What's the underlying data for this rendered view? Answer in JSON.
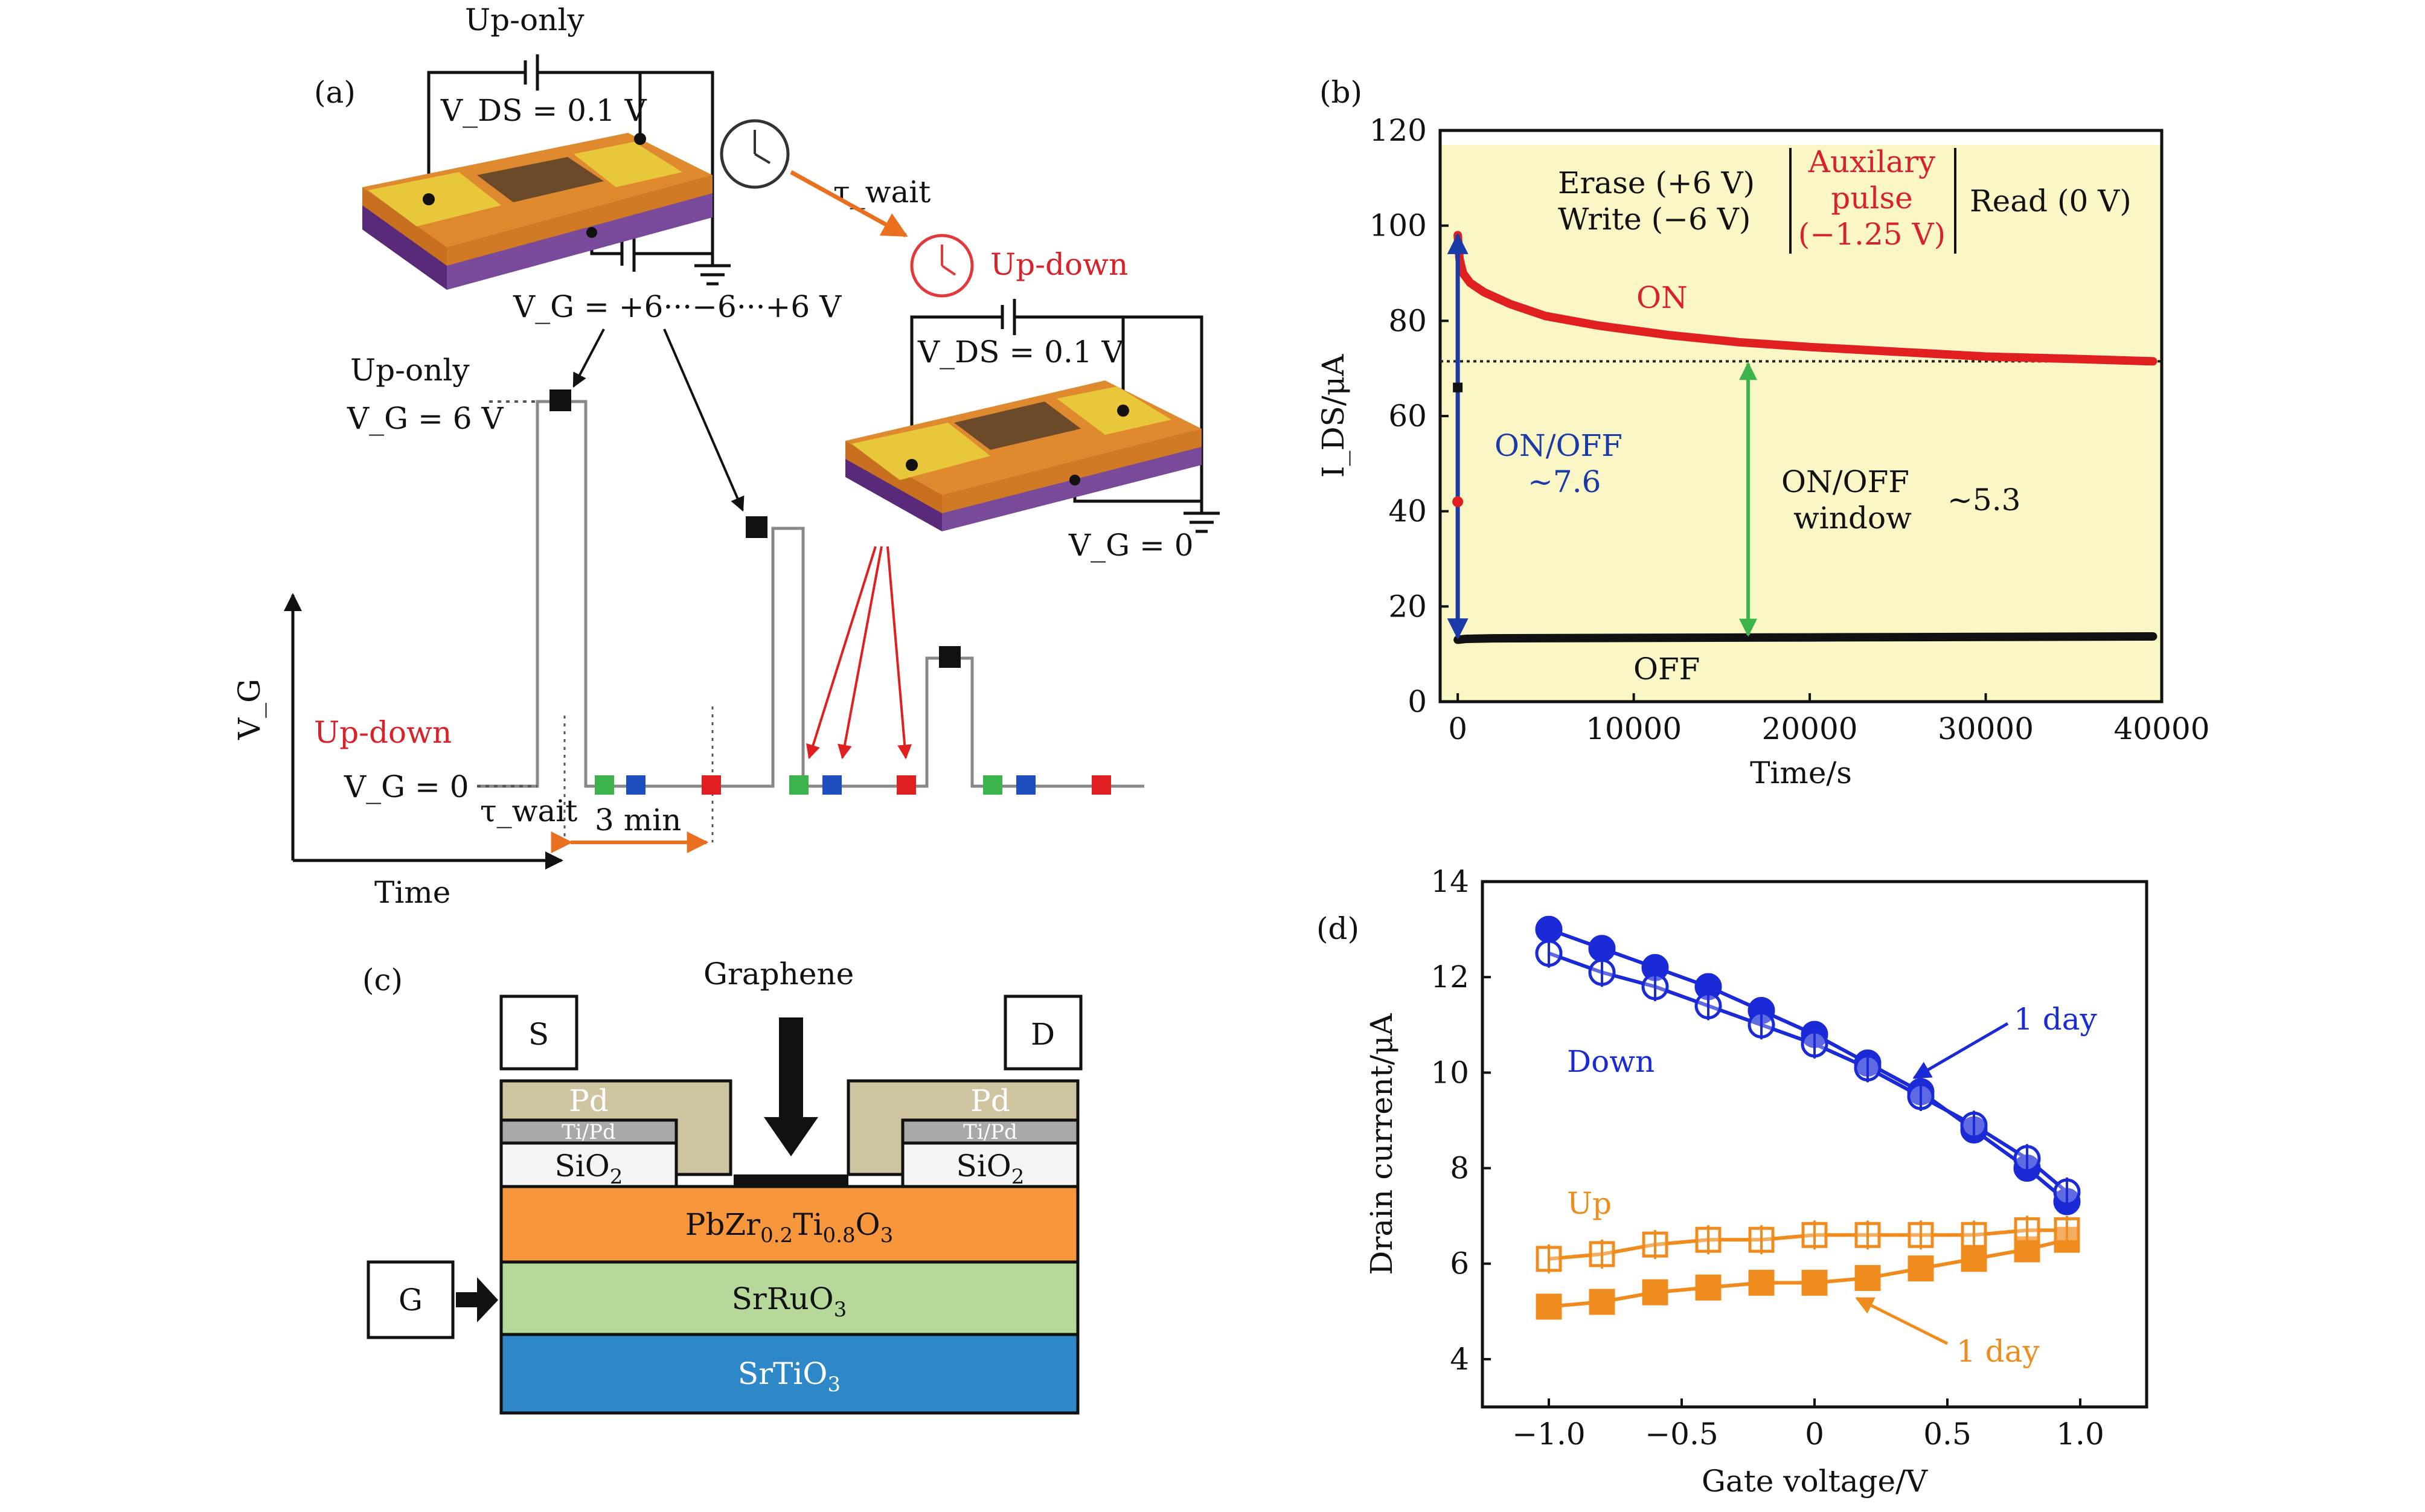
{
  "panel_a": {
    "label": "(a)",
    "up_only_title": "Up-only",
    "vds_top": "V_DS = 0.1 V",
    "tau_wait": "τ_wait",
    "up_down_title": "Up-down",
    "vg_sweep": "V_G = +6···−6···+6 V",
    "vds_right": "V_DS = 0.1 V",
    "vg_zero_right": "V_G = 0",
    "up_only_label": "Up-only",
    "vg6": "V_G = 6 V",
    "axis_y": "V_G",
    "up_down_side": "Up-down",
    "vg0": "V_G = 0",
    "tau_wait_bottom": "τ_wait",
    "three_min": "3 min",
    "axis_x": "Time",
    "colors": {
      "green": "#3cb44b",
      "blue": "#1f4fbf",
      "red": "#e02020",
      "black": "#111111",
      "orange": "#e8701e"
    }
  },
  "panel_b": {
    "label": "(b)",
    "legend_left": [
      "Erase (+6 V)",
      "Write (−6 V)"
    ],
    "legend_mid": [
      "Auxilary",
      "pulse",
      "(−1.25 V)"
    ],
    "legend_right": "Read (0 V)",
    "on_label": "ON",
    "off_label": "OFF",
    "onoff_ratio": [
      "ON/OFF",
      "~7.6"
    ],
    "window_label": [
      "ON/OFF",
      "window"
    ],
    "window_value": "~5.3",
    "window_fill": "#fbf6c6"
  },
  "panel_c": {
    "label": "(c)",
    "graphene": "Graphene",
    "source": "S",
    "drain": "D",
    "gate": "G",
    "pd": "Pd",
    "tipd": "Ti/Pd",
    "sio2": "SiO",
    "sio2_sub": "2",
    "pzt_parts": [
      "PbZr",
      "0.2",
      "Ti",
      "0.8",
      "O",
      "3"
    ],
    "sro_parts": [
      "SrRuO",
      "3"
    ],
    "sto_parts": [
      "SrTiO",
      "3"
    ],
    "colors": {
      "pd": "#cfc4a0",
      "tipd": "#a9a9a9",
      "pzt": "#f7963b",
      "sro": "#b6d99a",
      "sto": "#2e88c7"
    }
  },
  "panel_d": {
    "label": "(d)",
    "down_label": "Down",
    "up_label": "Up",
    "one_day_top": "1 day",
    "one_day_bottom": "1 day"
  },
  "chart_data": [
    {
      "type": "line",
      "panel": "(b)",
      "xlabel": "Time/s",
      "ylabel": "I_DS/μA",
      "xlim": [
        -1000,
        40000
      ],
      "ylim": [
        0,
        120
      ],
      "xticks": [
        0,
        10000,
        20000,
        30000,
        40000
      ],
      "yticks": [
        0,
        20,
        40,
        60,
        80,
        100,
        120
      ],
      "series": [
        {
          "name": "ON",
          "color": "#e02020",
          "x": [
            0,
            100,
            300,
            700,
            1500,
            3000,
            5000,
            8000,
            12000,
            16000,
            20000,
            25000,
            30000,
            35000,
            39500
          ],
          "y": [
            98,
            93,
            90,
            88,
            86,
            83.5,
            81,
            79,
            77,
            75.5,
            74.5,
            73.5,
            72.5,
            72,
            71.5
          ]
        },
        {
          "name": "OFF",
          "color": "#111111",
          "x": [
            0,
            500,
            2000,
            10000,
            20000,
            30000,
            39500
          ],
          "y": [
            13,
            13.2,
            13.3,
            13.4,
            13.5,
            13.6,
            13.7
          ]
        }
      ],
      "reference_line_y": 71.5
    },
    {
      "type": "line",
      "panel": "(d)",
      "xlabel": "Gate voltage/V",
      "ylabel": "Drain current/μA",
      "xlim": [
        -1.25,
        1.25
      ],
      "ylim": [
        3,
        14
      ],
      "xticks": [
        -1.0,
        -0.5,
        0,
        0.5,
        1.0
      ],
      "xticklabels": [
        "−1.0",
        "−0.5",
        "0",
        "0.5",
        "1.0"
      ],
      "yticks": [
        4,
        6,
        8,
        10,
        12,
        14
      ],
      "x": [
        -1.0,
        -0.8,
        -0.6,
        -0.4,
        -0.2,
        0.0,
        0.2,
        0.4,
        0.6,
        0.8,
        0.95
      ],
      "series": [
        {
          "name": "Down",
          "marker": "filled-circle",
          "color": "#1a2ad6",
          "values": [
            13.0,
            12.6,
            12.2,
            11.8,
            11.3,
            10.8,
            10.2,
            9.6,
            8.8,
            8.0,
            7.3
          ]
        },
        {
          "name": "Down (1 day)",
          "marker": "open-circle",
          "color": "#1a2ad6",
          "values": [
            12.5,
            12.1,
            11.8,
            11.4,
            11.0,
            10.6,
            10.1,
            9.5,
            8.9,
            8.2,
            7.5
          ]
        },
        {
          "name": "Up",
          "marker": "filled-square",
          "color": "#f08c1e",
          "values": [
            5.1,
            5.2,
            5.4,
            5.5,
            5.6,
            5.6,
            5.7,
            5.9,
            6.1,
            6.3,
            6.5
          ]
        },
        {
          "name": "Up (1 day)",
          "marker": "open-square",
          "color": "#f08c1e",
          "values": [
            6.1,
            6.2,
            6.4,
            6.5,
            6.5,
            6.6,
            6.6,
            6.6,
            6.6,
            6.7,
            6.7
          ]
        }
      ]
    }
  ]
}
